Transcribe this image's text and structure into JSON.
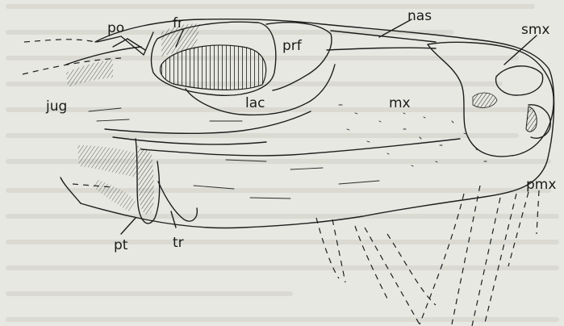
{
  "figure": {
    "labels": {
      "po": "po",
      "fr": "fr",
      "nas": "nas",
      "smx": "smx",
      "prf": "prf",
      "jug": "jug",
      "lac": "lac",
      "mx": "mx",
      "pmx": "pmx",
      "pt": "pt",
      "tr": "tr"
    }
  }
}
